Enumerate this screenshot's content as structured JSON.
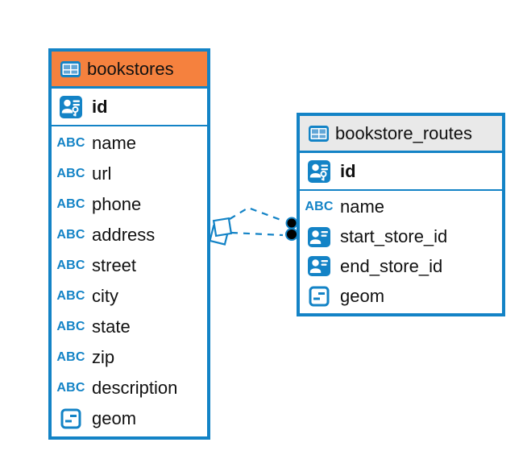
{
  "diagram": {
    "accent_color": "#1383C6",
    "background_color": "#FFFFFF",
    "text_color": "#111111",
    "icons": {
      "text_type_label": "ABC"
    },
    "connector": {
      "style": "dashed",
      "line_color": "#1383C6",
      "marker_color": "#000000",
      "from": "bookstores",
      "to": "bookstore_routes",
      "line_count": 2
    }
  },
  "tables": [
    {
      "name": "bookstores",
      "header_color": "#F5813E",
      "primary_key": {
        "name": "id",
        "type": "pk"
      },
      "fields": [
        {
          "name": "name",
          "type": "text"
        },
        {
          "name": "url",
          "type": "text"
        },
        {
          "name": "phone",
          "type": "text"
        },
        {
          "name": "address",
          "type": "text"
        },
        {
          "name": "street",
          "type": "text"
        },
        {
          "name": "city",
          "type": "text"
        },
        {
          "name": "state",
          "type": "text"
        },
        {
          "name": "zip",
          "type": "text"
        },
        {
          "name": "description",
          "type": "text"
        },
        {
          "name": "geom",
          "type": "geometry"
        }
      ]
    },
    {
      "name": "bookstore_routes",
      "header_color": "#E9E9E9",
      "primary_key": {
        "name": "id",
        "type": "pk"
      },
      "fields": [
        {
          "name": "name",
          "type": "text"
        },
        {
          "name": "start_store_id",
          "type": "reference"
        },
        {
          "name": "end_store_id",
          "type": "reference"
        },
        {
          "name": "geom",
          "type": "geometry"
        }
      ]
    }
  ]
}
